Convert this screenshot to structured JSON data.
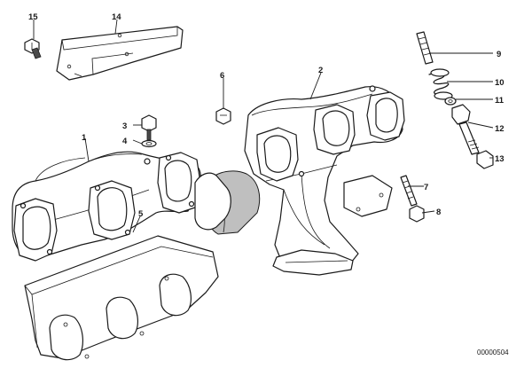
{
  "diagram": {
    "reference": "00000504",
    "callouts": [
      "1",
      "2",
      "3",
      "4",
      "5",
      "6",
      "7",
      "8",
      "9",
      "10",
      "11",
      "12",
      "13",
      "14",
      "15"
    ]
  }
}
